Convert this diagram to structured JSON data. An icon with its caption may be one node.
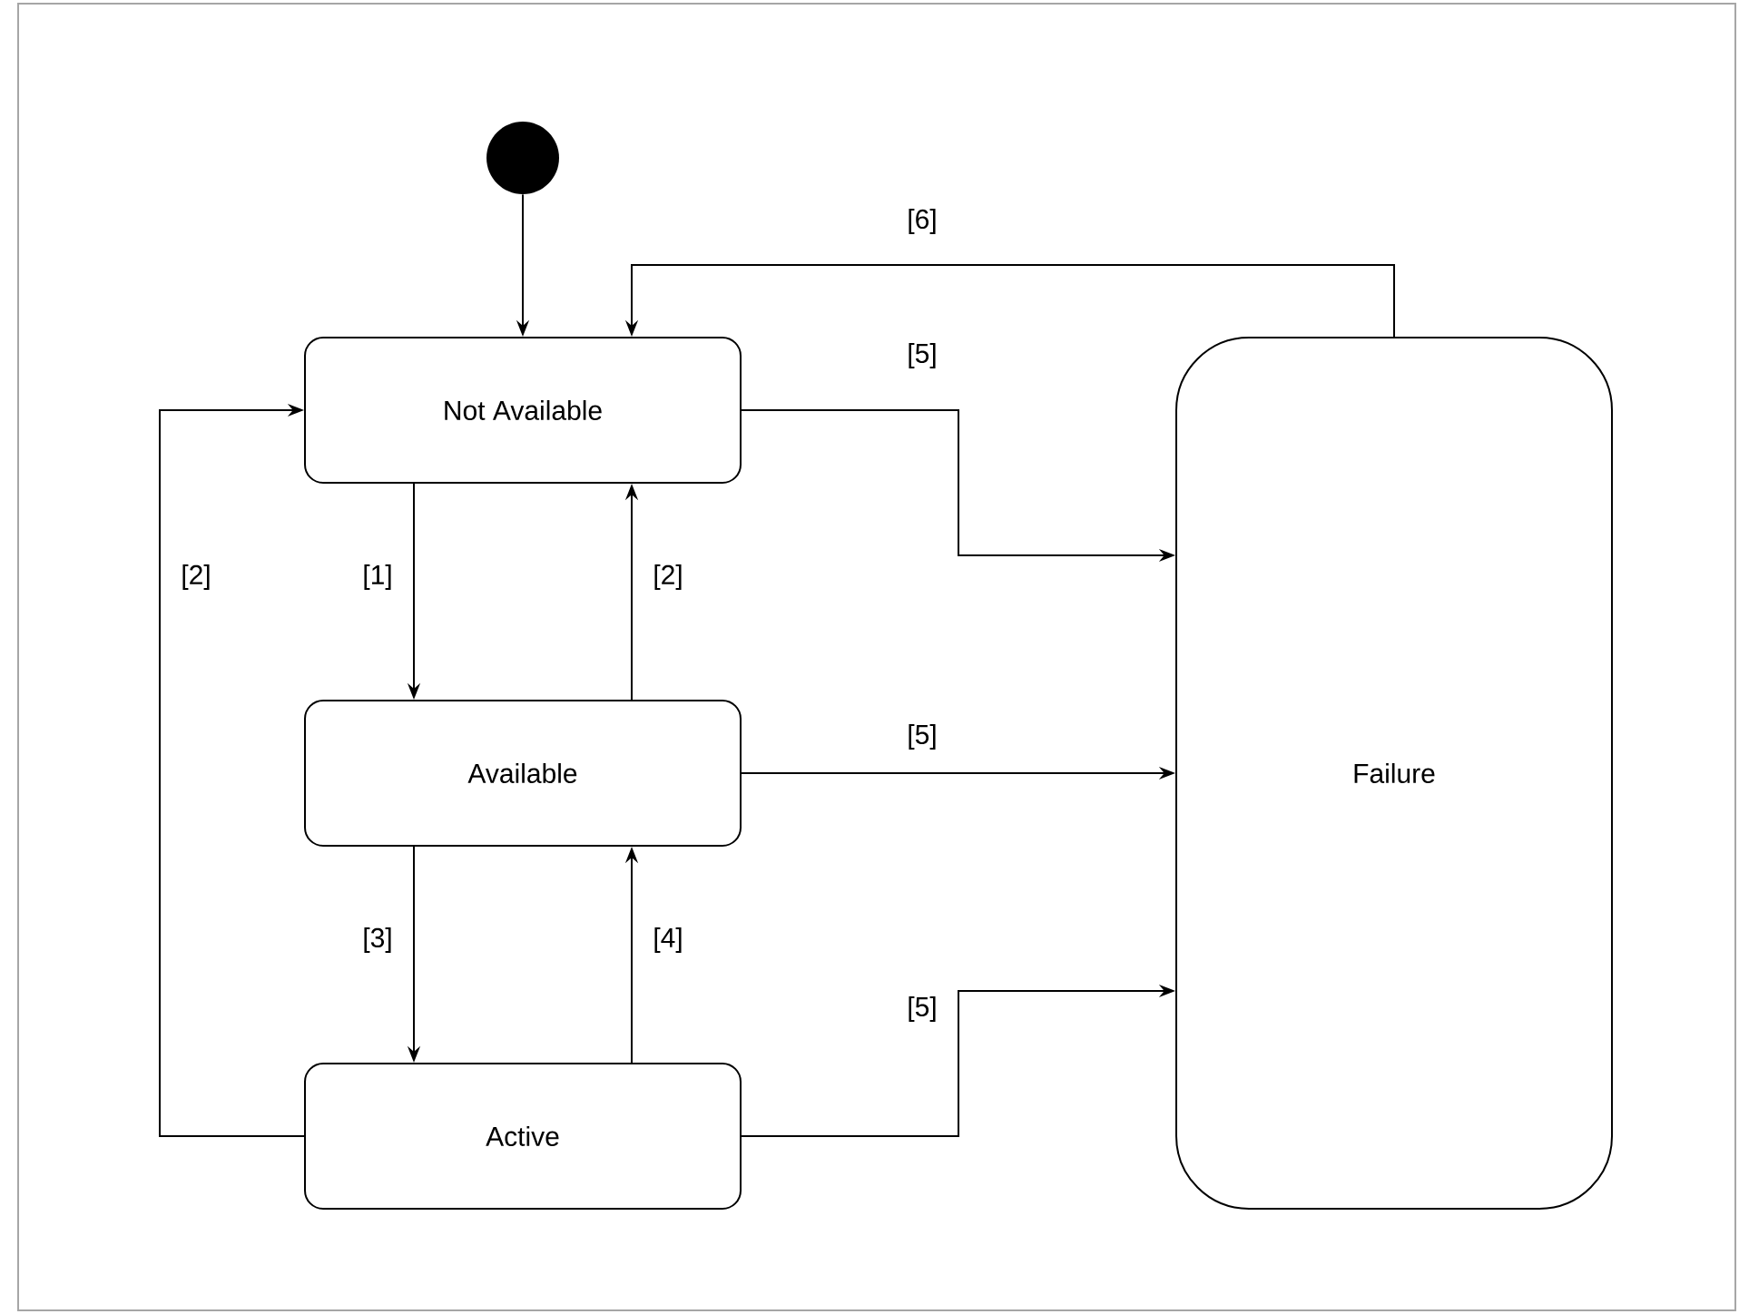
{
  "diagram": {
    "nodes": [
      {
        "text": [],
        "shape": "circle"
      },
      {
        "text": [
          "Not Available"
        ]
      },
      {
        "text": [
          "Available"
        ]
      },
      {
        "text": [
          "Active"
        ]
      },
      {
        "text": [
          "Failure"
        ]
      }
    ],
    "edges": [
      {
        "from": 0,
        "to": 1,
        "arrow": "to"
      },
      {
        "from": 1,
        "to": 2,
        "arrow": "to",
        "label": "[1]"
      },
      {
        "from": 2,
        "to": 1,
        "arrow": "to",
        "label": "[2]"
      },
      {
        "from": 2,
        "to": 3,
        "arrow": "to",
        "label": "[3]"
      },
      {
        "from": 3,
        "to": 2,
        "arrow": "to",
        "label": "[4]"
      },
      {
        "from": 3,
        "to": 1,
        "arrow": "to",
        "label": "[2]"
      },
      {
        "from": 1,
        "to": 4,
        "arrow": "to",
        "label": "[5]"
      },
      {
        "from": 2,
        "to": 4,
        "arrow": "to",
        "label": "[5]"
      },
      {
        "from": 3,
        "to": 4,
        "arrow": "to",
        "label": "[5]"
      },
      {
        "from": 4,
        "to": 1,
        "arrow": "to",
        "label": "[6]"
      }
    ]
  }
}
